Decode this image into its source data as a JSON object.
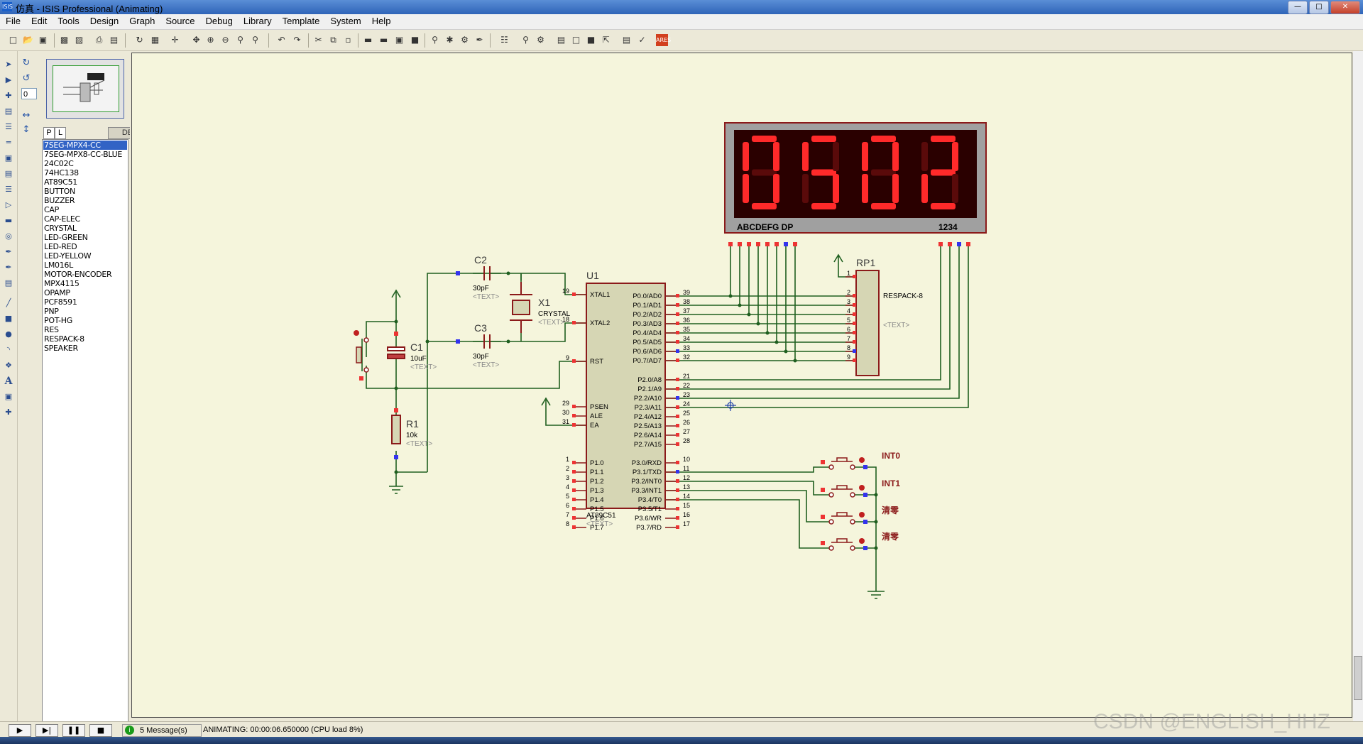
{
  "window": {
    "title": "仿真 - ISIS Professional (Animating)",
    "app_icon": "ISIS",
    "controls": [
      "minimize-icon",
      "maximize-icon",
      "close-icon"
    ]
  },
  "menu": [
    "File",
    "Edit",
    "Tools",
    "Design",
    "Graph",
    "Source",
    "Debug",
    "Library",
    "Template",
    "System",
    "Help"
  ],
  "rotation_value": "0",
  "device_panel": {
    "tab_p": "P",
    "tab_l": "L",
    "header": "DEVICES",
    "items": [
      "7SEG-MPX4-CC",
      "7SEG-MPX8-CC-BLUE",
      "24C02C",
      "74HC138",
      "AT89C51",
      "BUTTON",
      "BUZZER",
      "CAP",
      "CAP-ELEC",
      "CRYSTAL",
      "LED-GREEN",
      "LED-RED",
      "LED-YELLOW",
      "LM016L",
      "MOTOR-ENCODER",
      "MPX4115",
      "OPAMP",
      "PCF8591",
      "PNP",
      "POT-HG",
      "RES",
      "RESPACK-8",
      "SPEAKER"
    ],
    "selected_index": 0
  },
  "schematic": {
    "display": {
      "digits": [
        "0",
        "5",
        "0",
        "2"
      ],
      "seg_label": "ABCDEFG DP",
      "digit_label": "1234"
    },
    "u1": {
      "ref": "U1",
      "part": "AT89C51",
      "text": "<TEXT>",
      "left_pins": [
        {
          "num": "19",
          "name": "XTAL1"
        },
        {
          "num": "18",
          "name": "XTAL2"
        },
        {
          "num": "9",
          "name": "RST"
        },
        {
          "num": "29",
          "name": "PSEN"
        },
        {
          "num": "30",
          "name": "ALE"
        },
        {
          "num": "31",
          "name": "EA"
        },
        {
          "num": "1",
          "name": "P1.0"
        },
        {
          "num": "2",
          "name": "P1.1"
        },
        {
          "num": "3",
          "name": "P1.2"
        },
        {
          "num": "4",
          "name": "P1.3"
        },
        {
          "num": "5",
          "name": "P1.4"
        },
        {
          "num": "6",
          "name": "P1.5"
        },
        {
          "num": "7",
          "name": "P1.6"
        },
        {
          "num": "8",
          "name": "P1.7"
        }
      ],
      "p0": [
        {
          "num": "39",
          "name": "P0.0/AD0"
        },
        {
          "num": "38",
          "name": "P0.1/AD1"
        },
        {
          "num": "37",
          "name": "P0.2/AD2"
        },
        {
          "num": "36",
          "name": "P0.3/AD3"
        },
        {
          "num": "35",
          "name": "P0.4/AD4"
        },
        {
          "num": "34",
          "name": "P0.5/AD5"
        },
        {
          "num": "33",
          "name": "P0.6/AD6"
        },
        {
          "num": "32",
          "name": "P0.7/AD7"
        }
      ],
      "p2": [
        {
          "num": "21",
          "name": "P2.0/A8"
        },
        {
          "num": "22",
          "name": "P2.1/A9"
        },
        {
          "num": "23",
          "name": "P2.2/A10"
        },
        {
          "num": "24",
          "name": "P2.3/A11"
        },
        {
          "num": "25",
          "name": "P2.4/A12"
        },
        {
          "num": "26",
          "name": "P2.5/A13"
        },
        {
          "num": "27",
          "name": "P2.6/A14"
        },
        {
          "num": "28",
          "name": "P2.7/A15"
        }
      ],
      "p3": [
        {
          "num": "10",
          "name": "P3.0/RXD"
        },
        {
          "num": "11",
          "name": "P3.1/TXD"
        },
        {
          "num": "12",
          "name": "P3.2/INT0"
        },
        {
          "num": "13",
          "name": "P3.3/INT1"
        },
        {
          "num": "14",
          "name": "P3.4/T0"
        },
        {
          "num": "15",
          "name": "P3.5/T1"
        },
        {
          "num": "16",
          "name": "P3.6/WR"
        },
        {
          "num": "17",
          "name": "P3.7/RD"
        }
      ]
    },
    "c1": {
      "ref": "C1",
      "value": "10uF",
      "text": "<TEXT>"
    },
    "c2": {
      "ref": "C2",
      "value": "30pF",
      "text": "<TEXT>"
    },
    "c3": {
      "ref": "C3",
      "value": "30pF",
      "text": "<TEXT>"
    },
    "x1": {
      "ref": "X1",
      "value": "CRYSTAL",
      "text": "<TEXT>"
    },
    "r1": {
      "ref": "R1",
      "value": "10k",
      "text": "<TEXT>"
    },
    "rp1": {
      "ref": "RP1",
      "value": "RESPACK-8",
      "text": "<TEXT>",
      "pins": [
        "1",
        "2",
        "3",
        "4",
        "5",
        "6",
        "7",
        "8",
        "9"
      ]
    },
    "buttons": [
      "INT0",
      "INT1",
      "清零",
      "清零"
    ]
  },
  "status": {
    "messages": "5 Message(s)",
    "text": "ANIMATING: 00:00:06.650000 (CPU load 8%)"
  },
  "watermark": "CSDN @ENGLISH_HHZ",
  "colors": {
    "canvas": "#f5f5dc",
    "wire": "#1f5f1f",
    "component": "#8b1a1a",
    "chip_fill": "#d6d6b4",
    "seg_on": "#ff2a2a",
    "seg_off": "#5a0a0a"
  }
}
